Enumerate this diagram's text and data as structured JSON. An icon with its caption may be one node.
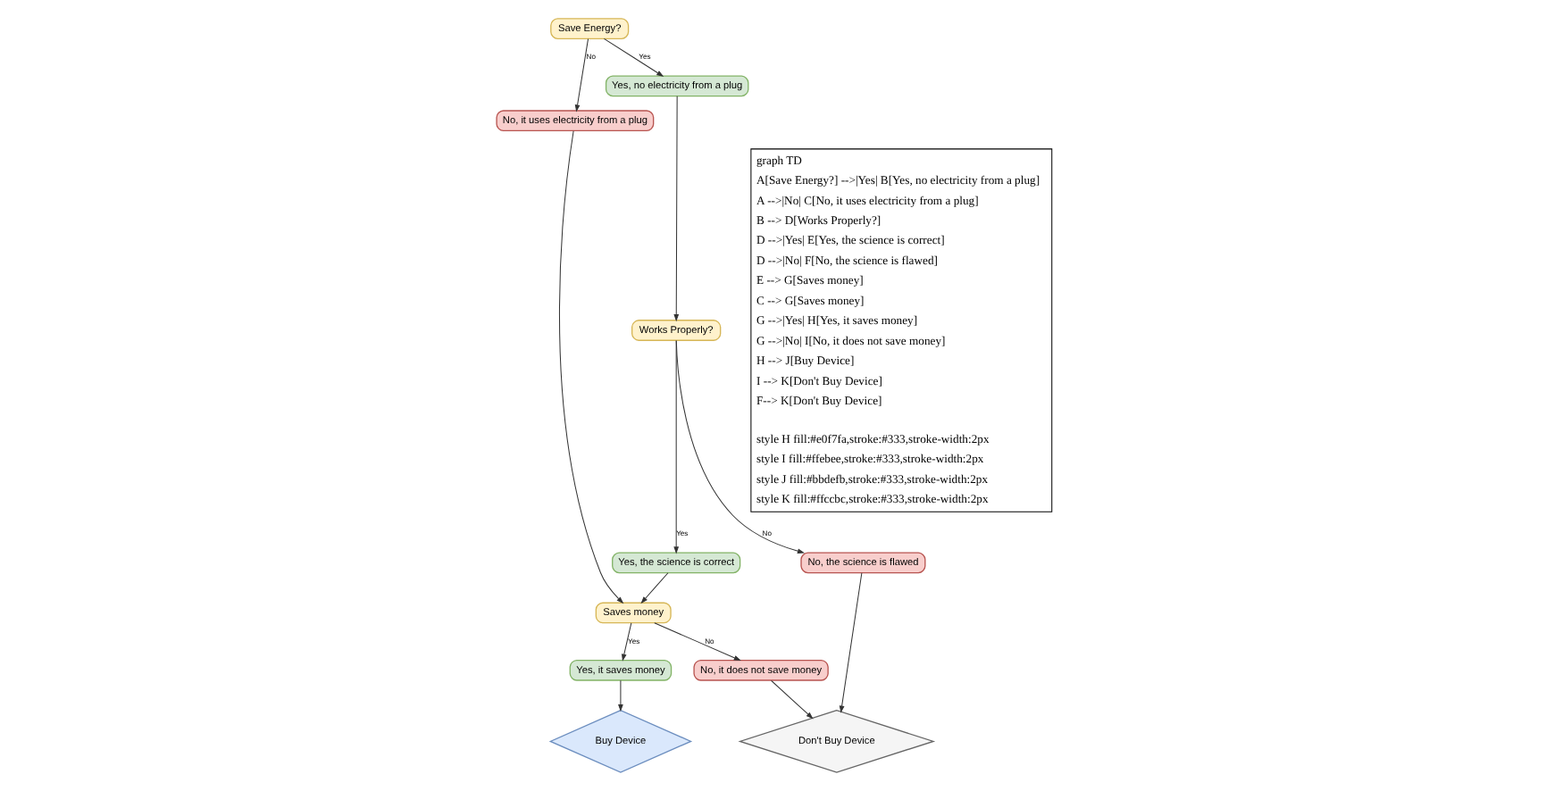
{
  "diagram": {
    "nodes": [
      {
        "text": [
          "Save Energy?"
        ]
      },
      {
        "text": [
          "Yes, no electricity from a plug"
        ]
      },
      {
        "text": [
          "No, it uses electricity from a plug"
        ]
      },
      {
        "text": [
          "Works Properly?"
        ]
      },
      {
        "text": [
          "Yes, the science is correct"
        ]
      },
      {
        "text": [
          "No, the science is flawed"
        ]
      },
      {
        "text": [
          "Saves money"
        ]
      },
      {
        "text": [
          "Yes, it saves money"
        ]
      },
      {
        "text": [
          "No, it does not save money"
        ]
      },
      {
        "text": [
          "Buy Device"
        ]
      },
      {
        "text": [
          "Don't Buy Device"
        ]
      }
    ],
    "edges": [
      {
        "from": 0,
        "to": 1,
        "arrow": "to",
        "label": "Yes"
      },
      {
        "from": 0,
        "to": 2,
        "arrow": "to",
        "label": "No"
      },
      {
        "from": 1,
        "to": 3,
        "arrow": "to"
      },
      {
        "from": 3,
        "to": 4,
        "arrow": "to",
        "label": "Yes"
      },
      {
        "from": 3,
        "to": 5,
        "arrow": "to",
        "label": "No"
      },
      {
        "from": 2,
        "to": 6,
        "arrow": "to"
      },
      {
        "from": 4,
        "to": 6,
        "arrow": "to"
      },
      {
        "from": 6,
        "to": 7,
        "arrow": "to",
        "label": "Yes"
      },
      {
        "from": 6,
        "to": 8,
        "arrow": "to",
        "label": "No"
      },
      {
        "from": 7,
        "to": 9,
        "arrow": "to"
      },
      {
        "from": 8,
        "to": 10,
        "arrow": "to"
      },
      {
        "from": 5,
        "to": 10,
        "arrow": "to"
      }
    ],
    "labels": [
      "graph TD",
      "A[Save Energy?] -->|Yes| B[Yes, no electricity from a plug]",
      "A -->|No| C[No, it uses electricity from a plug]",
      "B --> D[Works Properly?]",
      "D -->|Yes| E[Yes, the science is correct]",
      "D -->|No| F[No, the science is flawed]",
      "E --> G[Saves money]",
      "C --> G[Saves money]",
      "G -->|Yes| H[Yes, it saves money]",
      "G -->|No| I[No, it does not save money]",
      "H --> J[Buy Device]",
      "I --> K[Don't Buy Device]",
      "F--> K[Don't Buy Device]",
      "style H fill:#e0f7fa,stroke:#333,stroke-width:2px",
      "style I fill:#ffebee,stroke:#333,stroke-width:2px",
      "style J fill:#bbdefb,stroke:#333,stroke-width:2px",
      "style K fill:#ffccbc,stroke:#333,stroke-width:2px"
    ]
  }
}
